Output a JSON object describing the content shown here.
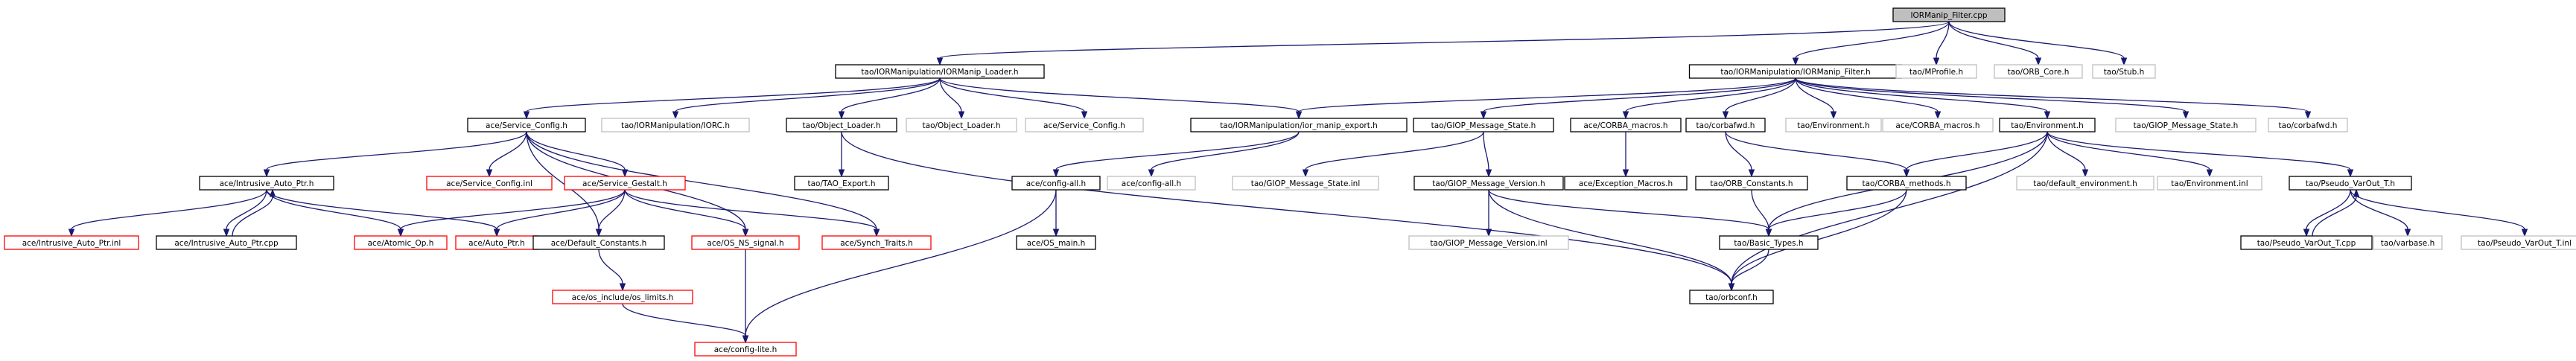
{
  "colors": {
    "edge": "#191970",
    "root_fill": "#bfbfbf",
    "normal_border": "#000000",
    "red_border": "#ff0000",
    "gray_border": "#bfbfbf",
    "text": "#000000",
    "background": "#ffffff"
  },
  "nodes": [
    {
      "id": "root",
      "label": "IORManip_Filter.cpp",
      "style": "root"
    },
    {
      "id": "loader_h",
      "label": "tao/IORManipulation/IORManip_Loader.h",
      "style": "normal"
    },
    {
      "id": "filter_h",
      "label": "tao/IORManipulation/IORManip_Filter.h",
      "style": "normal"
    },
    {
      "id": "mprofile",
      "label": "tao/MProfile.h",
      "style": "gray"
    },
    {
      "id": "orb_core",
      "label": "tao/ORB_Core.h",
      "style": "gray"
    },
    {
      "id": "stub",
      "label": "tao/Stub.h",
      "style": "gray"
    },
    {
      "id": "svc_config_h",
      "label": "ace/Service_Config.h",
      "style": "normal"
    },
    {
      "id": "iorc",
      "label": "tao/IORManipulation/IORC.h",
      "style": "gray"
    },
    {
      "id": "object_loader_a",
      "label": "tao/Object_Loader.h",
      "style": "normal"
    },
    {
      "id": "object_loader_b",
      "label": "tao/Object_Loader.h",
      "style": "gray"
    },
    {
      "id": "svc_config_tao",
      "label": "ace/Service_Config.h",
      "style": "gray"
    },
    {
      "id": "ior_manip_export",
      "label": "tao/IORManipulation/ior_manip_export.h",
      "style": "normal"
    },
    {
      "id": "giop_state_h",
      "label": "tao/GIOP_Message_State.h",
      "style": "normal"
    },
    {
      "id": "corba_macros_ace",
      "label": "ace/CORBA_macros.h",
      "style": "normal"
    },
    {
      "id": "corbafwd_h",
      "label": "tao/corbafwd.h",
      "style": "normal"
    },
    {
      "id": "environment_gray",
      "label": "tao/Environment.h",
      "style": "gray"
    },
    {
      "id": "corba_macros_gray",
      "label": "ace/CORBA_macros.h",
      "style": "gray"
    },
    {
      "id": "environment_h",
      "label": "tao/Environment.h",
      "style": "normal"
    },
    {
      "id": "giop_state_gray",
      "label": "tao/GIOP_Message_State.h",
      "style": "gray"
    },
    {
      "id": "corbafwd_gray",
      "label": "tao/corbafwd.h",
      "style": "gray"
    },
    {
      "id": "intrusive_h",
      "label": "ace/Intrusive_Auto_Ptr.h",
      "style": "normal"
    },
    {
      "id": "svc_config_inl",
      "label": "ace/Service_Config.inl",
      "style": "red"
    },
    {
      "id": "svc_gestalt",
      "label": "ace/Service_Gestalt.h",
      "style": "red"
    },
    {
      "id": "tao_export",
      "label": "tao/TAO_Export.h",
      "style": "normal"
    },
    {
      "id": "config_all_h",
      "label": "ace/config-all.h",
      "style": "normal"
    },
    {
      "id": "config_all_gray",
      "label": "ace/config-all.h",
      "style": "gray"
    },
    {
      "id": "giop_state_inl",
      "label": "tao/GIOP_Message_State.inl",
      "style": "gray"
    },
    {
      "id": "giop_version_h",
      "label": "tao/GIOP_Message_Version.h",
      "style": "normal"
    },
    {
      "id": "exception_macros",
      "label": "ace/Exception_Macros.h",
      "style": "normal"
    },
    {
      "id": "orb_constants",
      "label": "tao/ORB_Constants.h",
      "style": "normal"
    },
    {
      "id": "corba_methods",
      "label": "tao/CORBA_methods.h",
      "style": "normal"
    },
    {
      "id": "default_env",
      "label": "tao/default_environment.h",
      "style": "gray"
    },
    {
      "id": "environment_inl",
      "label": "tao/Environment.inl",
      "style": "gray"
    },
    {
      "id": "pseudo_var_h",
      "label": "tao/Pseudo_VarOut_T.h",
      "style": "normal"
    },
    {
      "id": "intrusive_inl",
      "label": "ace/Intrusive_Auto_Ptr.inl",
      "style": "red"
    },
    {
      "id": "intrusive_cpp",
      "label": "ace/Intrusive_Auto_Ptr.cpp",
      "style": "normal"
    },
    {
      "id": "atomic_op",
      "label": "ace/Atomic_Op.h",
      "style": "red"
    },
    {
      "id": "auto_ptr",
      "label": "ace/Auto_Ptr.h",
      "style": "red"
    },
    {
      "id": "default_constants",
      "label": "ace/Default_Constants.h",
      "style": "normal"
    },
    {
      "id": "os_ns_signal",
      "label": "ace/OS_NS_signal.h",
      "style": "red"
    },
    {
      "id": "synch_traits",
      "label": "ace/Synch_Traits.h",
      "style": "red"
    },
    {
      "id": "os_main",
      "label": "ace/OS_main.h",
      "style": "normal"
    },
    {
      "id": "giop_version_inl",
      "label": "tao/GIOP_Message_Version.inl",
      "style": "gray"
    },
    {
      "id": "basic_types",
      "label": "tao/Basic_Types.h",
      "style": "normal"
    },
    {
      "id": "pseudo_var_cpp",
      "label": "tao/Pseudo_VarOut_T.cpp",
      "style": "normal"
    },
    {
      "id": "varbase",
      "label": "tao/varbase.h",
      "style": "gray"
    },
    {
      "id": "pseudo_var_inl",
      "label": "tao/Pseudo_VarOut_T.inl",
      "style": "gray"
    },
    {
      "id": "os_limits",
      "label": "ace/os_include/os_limits.h",
      "style": "red"
    },
    {
      "id": "orbconf",
      "label": "tao/orbconf.h",
      "style": "normal"
    },
    {
      "id": "config_lite",
      "label": "ace/config-lite.h",
      "style": "red"
    }
  ],
  "edges": [
    [
      "root",
      "loader_h"
    ],
    [
      "root",
      "filter_h"
    ],
    [
      "root",
      "mprofile"
    ],
    [
      "root",
      "orb_core"
    ],
    [
      "root",
      "stub"
    ],
    [
      "loader_h",
      "svc_config_h"
    ],
    [
      "loader_h",
      "iorc"
    ],
    [
      "loader_h",
      "object_loader_a"
    ],
    [
      "loader_h",
      "object_loader_b"
    ],
    [
      "loader_h",
      "svc_config_tao"
    ],
    [
      "loader_h",
      "ior_manip_export"
    ],
    [
      "filter_h",
      "ior_manip_export"
    ],
    [
      "filter_h",
      "giop_state_h"
    ],
    [
      "filter_h",
      "corba_macros_ace"
    ],
    [
      "filter_h",
      "corbafwd_h"
    ],
    [
      "filter_h",
      "environment_gray"
    ],
    [
      "filter_h",
      "corba_macros_gray"
    ],
    [
      "filter_h",
      "environment_h"
    ],
    [
      "filter_h",
      "giop_state_gray"
    ],
    [
      "filter_h",
      "corbafwd_gray"
    ],
    [
      "svc_config_h",
      "intrusive_h"
    ],
    [
      "svc_config_h",
      "svc_config_inl"
    ],
    [
      "svc_config_h",
      "svc_gestalt"
    ],
    [
      "svc_config_h",
      "default_constants"
    ],
    [
      "svc_config_h",
      "os_ns_signal"
    ],
    [
      "svc_config_h",
      "synch_traits"
    ],
    [
      "object_loader_a",
      "tao_export"
    ],
    [
      "object_loader_a",
      "orbconf"
    ],
    [
      "ior_manip_export",
      "config_all_h"
    ],
    [
      "ior_manip_export",
      "config_all_gray"
    ],
    [
      "config_all_h",
      "os_main"
    ],
    [
      "config_all_h",
      "config_lite"
    ],
    [
      "giop_state_h",
      "giop_state_inl"
    ],
    [
      "giop_state_h",
      "giop_version_h"
    ],
    [
      "giop_version_h",
      "giop_version_inl"
    ],
    [
      "giop_version_h",
      "basic_types"
    ],
    [
      "giop_version_h",
      "orbconf"
    ],
    [
      "corba_macros_ace",
      "exception_macros"
    ],
    [
      "corbafwd_h",
      "orb_constants"
    ],
    [
      "corbafwd_h",
      "corba_methods"
    ],
    [
      "orb_constants",
      "basic_types"
    ],
    [
      "corba_methods",
      "basic_types"
    ],
    [
      "corba_methods",
      "orbconf"
    ],
    [
      "environment_h",
      "corba_methods"
    ],
    [
      "environment_h",
      "default_env"
    ],
    [
      "environment_h",
      "environment_inl"
    ],
    [
      "environment_h",
      "pseudo_var_h"
    ],
    [
      "environment_h",
      "basic_types"
    ],
    [
      "environment_h",
      "orbconf"
    ],
    [
      "pseudo_var_h",
      "pseudo_var_cpp"
    ],
    [
      "pseudo_var_h",
      "varbase"
    ],
    [
      "pseudo_var_h",
      "pseudo_var_inl"
    ],
    [
      "pseudo_var_cpp",
      "pseudo_var_h"
    ],
    [
      "intrusive_h",
      "intrusive_inl"
    ],
    [
      "intrusive_h",
      "intrusive_cpp"
    ],
    [
      "intrusive_h",
      "atomic_op"
    ],
    [
      "intrusive_h",
      "auto_ptr"
    ],
    [
      "intrusive_cpp",
      "intrusive_h"
    ],
    [
      "svc_gestalt",
      "atomic_op"
    ],
    [
      "svc_gestalt",
      "auto_ptr"
    ],
    [
      "svc_gestalt",
      "default_constants"
    ],
    [
      "svc_gestalt",
      "os_ns_signal"
    ],
    [
      "svc_gestalt",
      "synch_traits"
    ],
    [
      "default_constants",
      "os_limits"
    ],
    [
      "os_limits",
      "config_lite"
    ],
    [
      "os_ns_signal",
      "config_lite"
    ],
    [
      "basic_types",
      "orbconf"
    ]
  ]
}
